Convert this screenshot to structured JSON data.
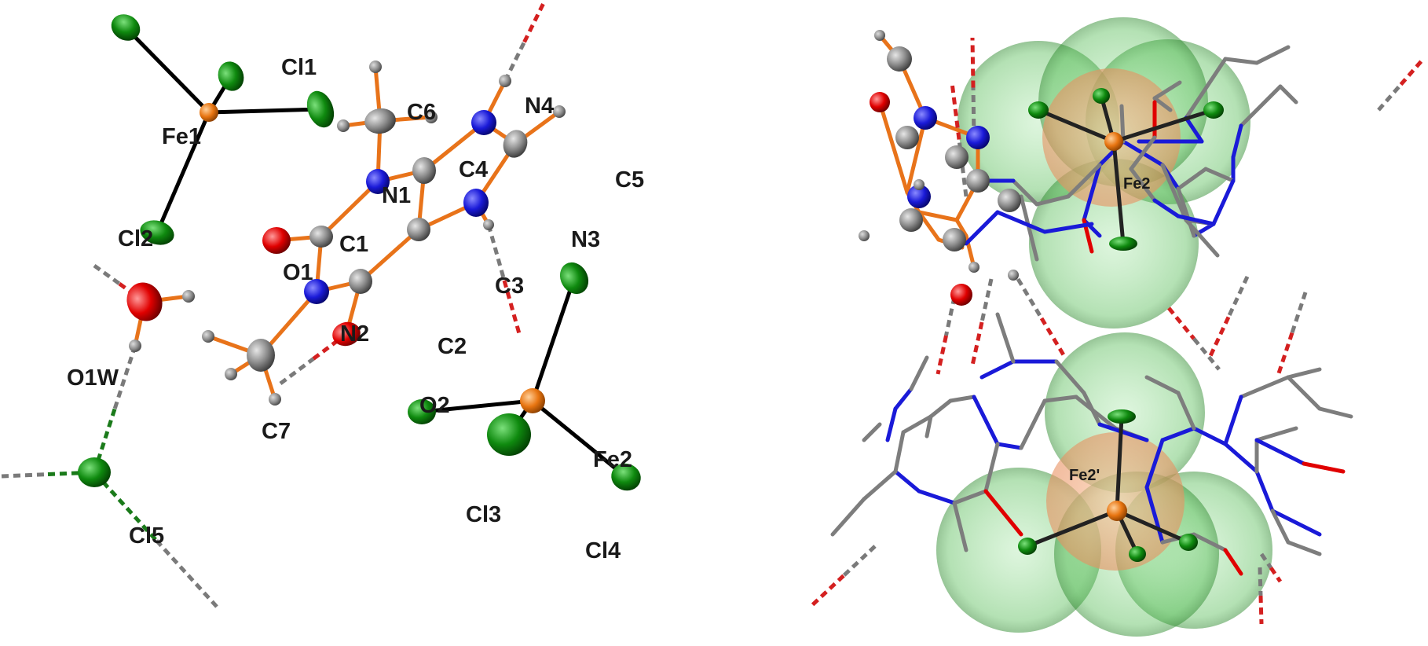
{
  "colors": {
    "fe": "#e87511",
    "cl": "#0f8a0f",
    "n": "#1a1ad8",
    "o": "#e00000",
    "c": "#8c8c8c",
    "h": "#8a8a8a",
    "bond_organic": "#e8731a",
    "bond_metal": "#000000",
    "hbond_red": "#d42020",
    "hbond_grey": "#7a7a7a",
    "hbond_green": "#1a7a1a",
    "sphere_green": "#5cc85c",
    "sphere_orange": "#f2a070"
  },
  "left_panel": {
    "labels": {
      "fe1": "Fe1",
      "cl1": "Cl1",
      "cl2": "Cl2",
      "c6": "C6",
      "n4": "N4",
      "c4": "C4",
      "c5": "C5",
      "n1": "N1",
      "c1": "C1",
      "n3": "N3",
      "o1": "O1",
      "c3": "C3",
      "n2": "N2",
      "c2": "C2",
      "o1w": "O1W",
      "c7": "C7",
      "o2": "O2",
      "fe2": "Fe2",
      "cl3": "Cl3",
      "cl4": "Cl4",
      "cl5": "Cl5"
    }
  },
  "right_panel": {
    "labels": {
      "fe2": "Fe2",
      "fe2_prime": "Fe2'"
    }
  }
}
